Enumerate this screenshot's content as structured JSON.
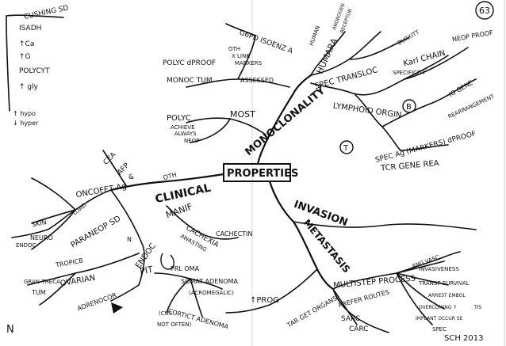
{
  "page": {
    "number": "63",
    "corner_mark": "N",
    "signature": "SCH 2013"
  },
  "center": "PROPERTIES",
  "branches": {
    "monoclonality": {
      "label": "MONOCLONALITY",
      "most": "MOST",
      "polyc": "POLYC",
      "polyc_note_1": "ACHIEVE",
      "polyc_note_2": "ALWAYS",
      "polyc_note_3": "NEOP",
      "polyc_dproof": "POLYC dPROOF",
      "monoc_tum": "MONOC TUM",
      "assessed": "ASSESSED",
      "g6pd": "G6PD ISOENZ A",
      "oth_x_link_1": "OTH",
      "oth_x_link_2": "X LINK",
      "oth_x_link_3": "MARKERS",
      "human": "HUMAN",
      "humara": "HUMARA",
      "androgen": "ANDROGEN",
      "receptor": "RECEPTOR",
      "spec_transloc": "SPEC TRANSLOC",
      "burkitt": "BURKITT",
      "karl_chain": "Karl CHAIN",
      "specificity": "SPECIFICITY",
      "lymphoid_orgin": "LYMPHOID ORGIN",
      "b_cell": "B",
      "t_cell": "T",
      "ig_gene": "IG GENE",
      "rearrangement": "REARRANGEMENT",
      "neop_proof": "NEOP PROOF",
      "spec_ag": "SPEC Ag (MARKERS) dPROOF",
      "tcr_gene": "TCR GENE REA"
    },
    "clinical": {
      "label": "CLINICAL",
      "oth": "OTH",
      "manif": "MANIF",
      "cea": "CEA",
      "afp": "AFP",
      "and": "&",
      "oncofet_ag": "ONCOFET Ag",
      "paraneop_sd": "PARANEOP SD",
      "load": "LOAD",
      "skin": "SKIN",
      "neuro": "NEURO",
      "endoc_small": "ENDOC",
      "endoc": "ENDOC",
      "n": "N",
      "tropicb": "TROPICB",
      "ovarian": "OVARIAN",
      "gran_theca": "GRAN THECA",
      "tum": "TUM",
      "adrenocor": "ADRENOCOR",
      "pit": "PIT",
      "prl_oma": "PRL OMA",
      "somat_adenoma": "SOMAT ADENOMA",
      "acromegalic": "(ACROMEGALIC)",
      "cortict_adenoma": "CORTICT ADENOMA",
      "cushing_1": "(CUS",
      "cushing_2": "NOT OFTEN)",
      "cachexia": "CACHEXIA",
      "cachectin": "CACHECTIN",
      "awasting": "AWASTING"
    },
    "invasion": {
      "label": "INVASION",
      "metastasis": "METASTASIS",
      "t_prog": "↑PROG",
      "multistep": "MULTISTEP PROCESS",
      "ang_vasc": "ANG VASC",
      "invasiveness": "INVASIVENESS",
      "transpsurvival": "TRANSP SURVIVAL",
      "arrest_embol": "ARREST EMBOL",
      "overcoming": "OVERCOMING ↑",
      "tis": "TIS",
      "implantation": "IMPLANT OCCUR SE",
      "organs": "TAR GET ORGANS",
      "prefer": "PREFER ROUTES",
      "sarc": "SARC",
      "carc": "CARC",
      "spec": "SPEC"
    }
  },
  "margin_list": {
    "items": [
      "CUSHING SD",
      "ISADH",
      "↑Ca",
      "↑G",
      "POLYCYT",
      "↑ gly",
      "↑ hypo",
      "↓ hyper"
    ]
  }
}
